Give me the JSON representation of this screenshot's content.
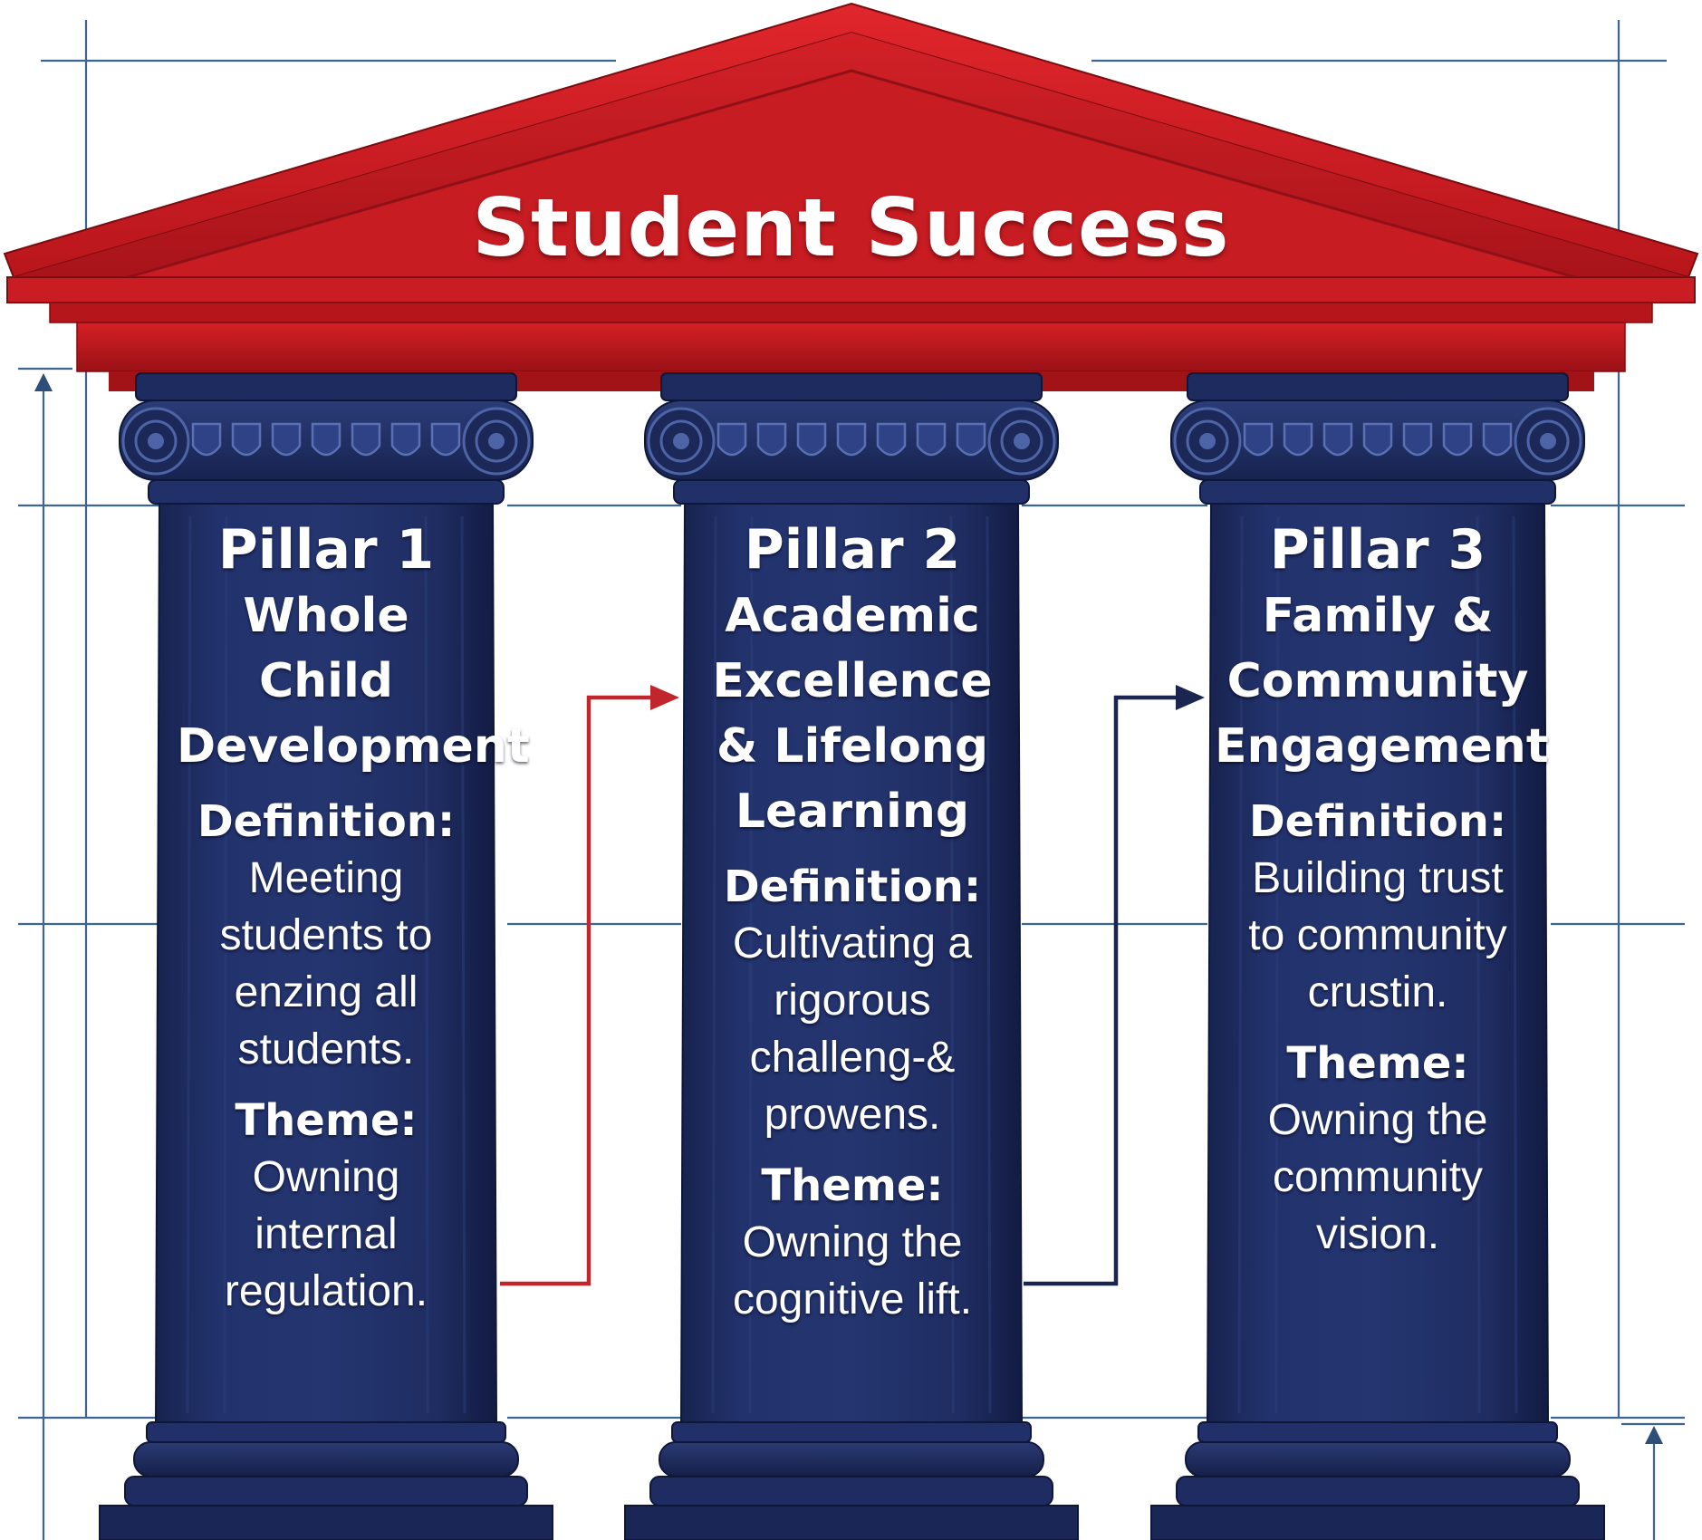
{
  "title": "Student Success",
  "colors": {
    "roof_red": "#c81e24",
    "roof_dark_red": "#8e0f14",
    "pillar_navy": "#1e2d63",
    "pillar_dark": "#131d45",
    "blueprint_line": "#3e6590",
    "arrow_red": "#c0262b",
    "arrow_navy": "#1a2550"
  },
  "pillars": [
    {
      "number": "Pillar 1",
      "name": "Whole Child Development",
      "definition_label": "Definition:",
      "definition": "Meeting students to enzing all students.",
      "theme_label": "Theme:",
      "theme": "Owning internal regulation."
    },
    {
      "number": "Pillar 2",
      "name": "Academic Excellence & Lifelong Learning",
      "definition_label": "Definition:",
      "definition": "Cultivating a rigorous challeng-& prowens.",
      "theme_label": "Theme:",
      "theme": "Owning the cognitive lift."
    },
    {
      "number": "Pillar 3",
      "name": "Family & Community Engagement",
      "definition_label": "Definition:",
      "definition": "Building trust to community crustin.",
      "theme_label": "Theme:",
      "theme": "Owning the community vision."
    }
  ],
  "connectors": [
    {
      "from": "Pillar 1",
      "to": "Pillar 2",
      "color": "arrow_red"
    },
    {
      "from": "Pillar 2",
      "to": "Pillar 3",
      "color": "arrow_navy"
    }
  ]
}
